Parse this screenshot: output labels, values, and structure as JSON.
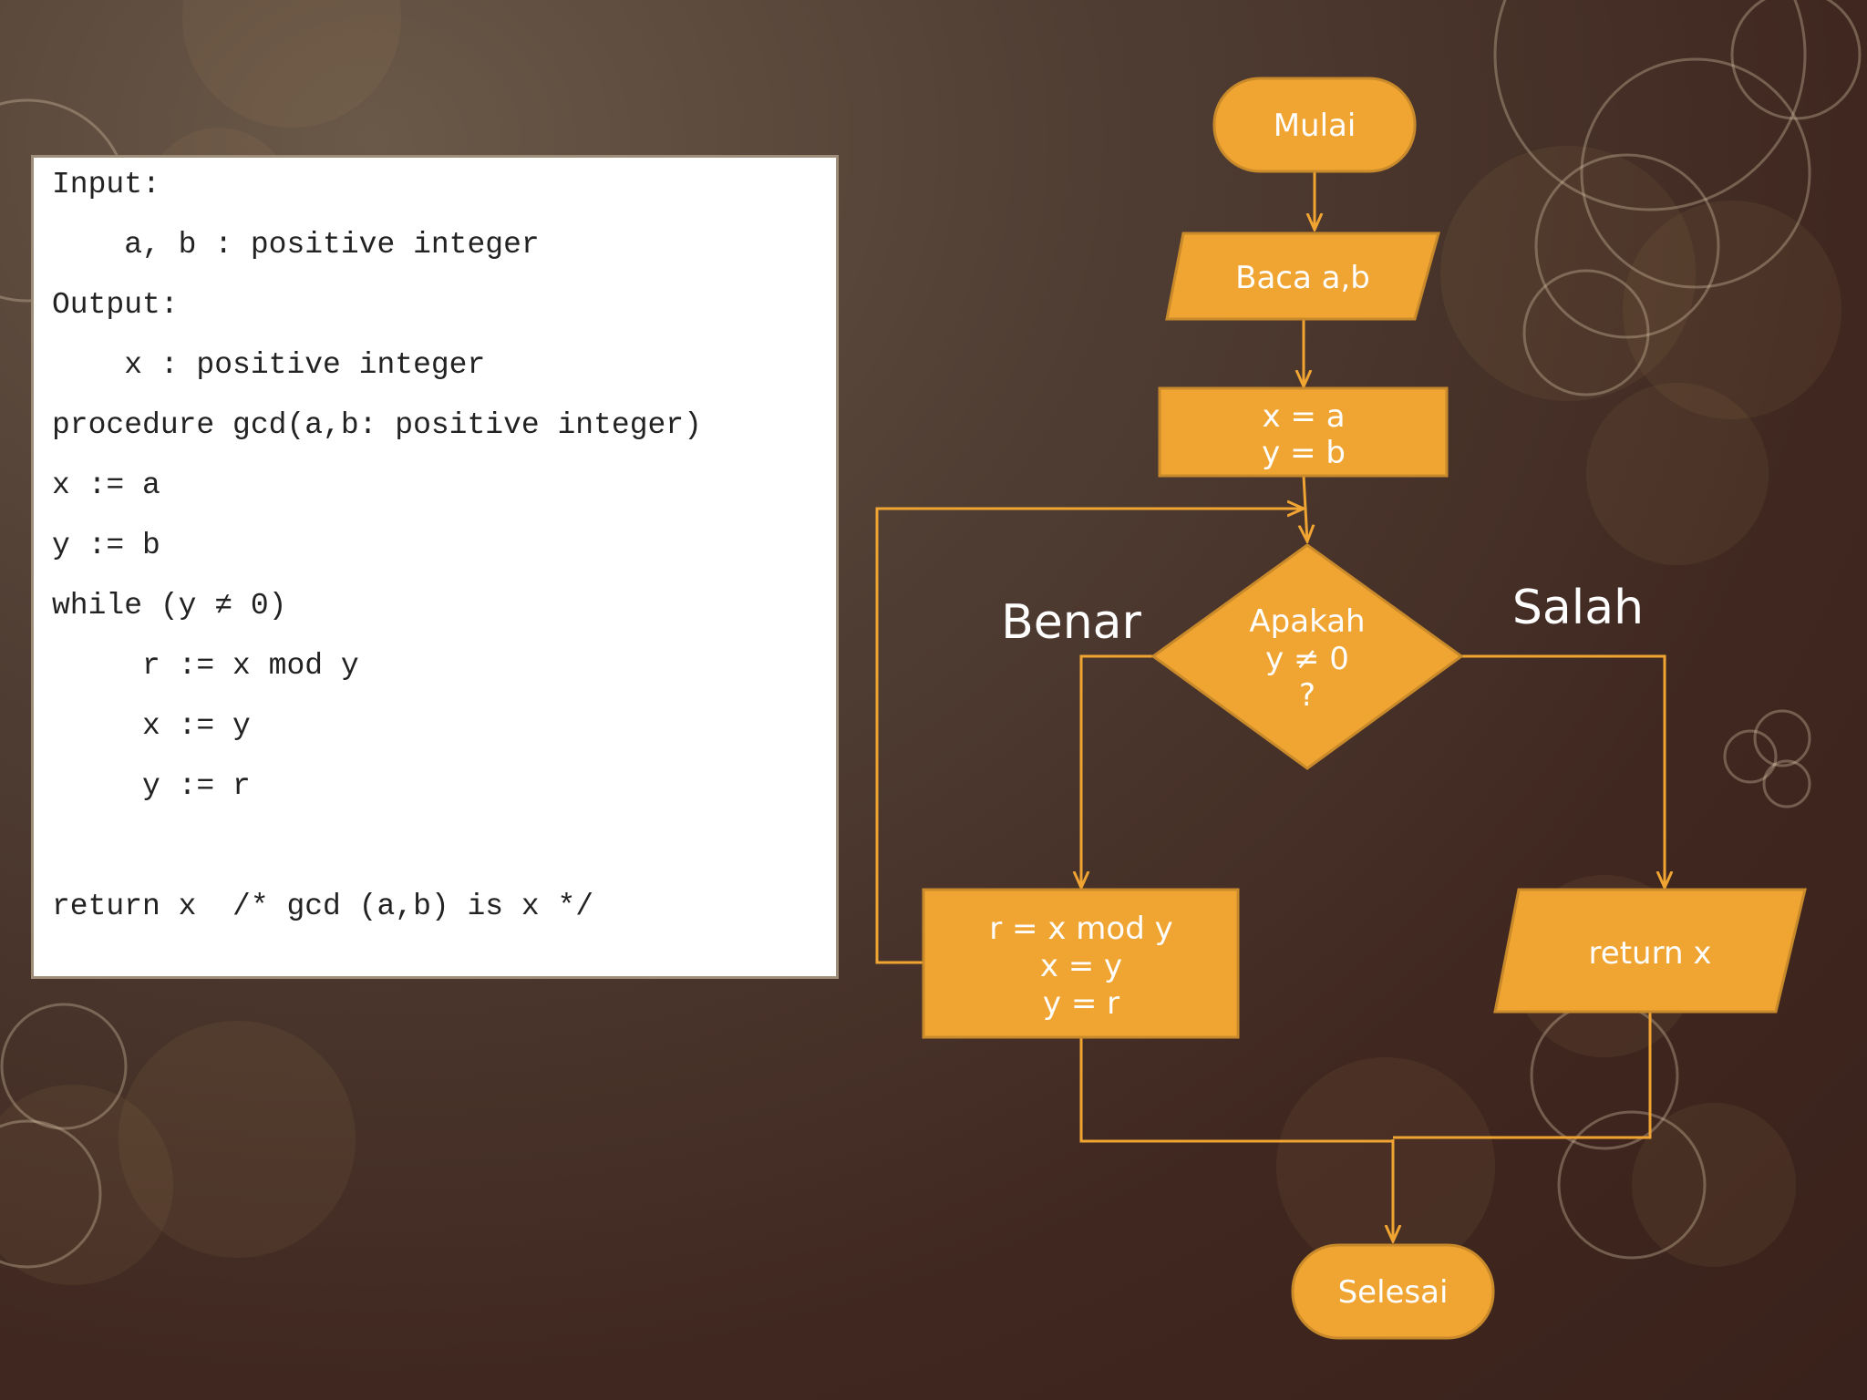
{
  "code": {
    "lines": [
      "Input:",
      "    a, b : positive integer",
      "Output:",
      "    x : positive integer",
      "procedure gcd(a,b: positive integer)",
      "x := a",
      "y := b",
      "while (y ≠ 0)",
      "     r := x mod y",
      "     x := y",
      "     y := r",
      "return x  /* gcd (a,b) is x */"
    ]
  },
  "flowchart": {
    "start": "Mulai",
    "input": "Baca a,b",
    "init": [
      "x = a",
      "y = b"
    ],
    "decision": [
      "Apakah",
      "y ≠ 0",
      "?"
    ],
    "true_label": "Benar",
    "false_label": "Salah",
    "loop_body": [
      "r = x mod y",
      "x = y",
      "y = r"
    ],
    "output": "return x",
    "end": "Selesai"
  },
  "colors": {
    "shape_fill": "#f0a431",
    "shape_stroke": "#c88a2a",
    "text": "#ffffff"
  }
}
